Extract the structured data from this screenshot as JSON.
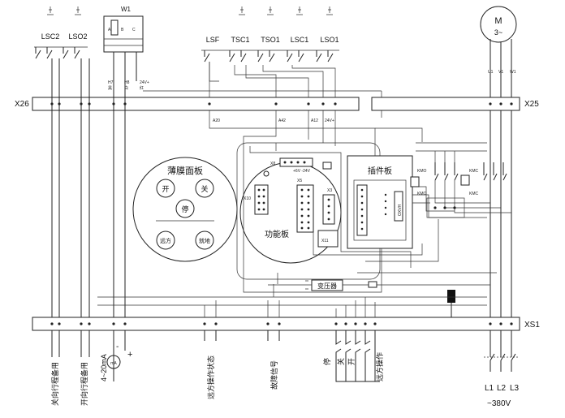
{
  "motor": {
    "label": "M",
    "sub": "3~",
    "phases": [
      "U1",
      "V1",
      "W1"
    ]
  },
  "top_switches": [
    {
      "id": "lsc2_a",
      "label": "LSC2"
    },
    {
      "id": "lso2_a",
      "label": "LSO2"
    },
    {
      "id": "lsf",
      "label": "LSF"
    },
    {
      "id": "tsc1",
      "label": "TSC1"
    },
    {
      "id": "tso1",
      "label": "TSO1"
    },
    {
      "id": "lsc1",
      "label": "LSC1"
    },
    {
      "id": "lso1",
      "label": "LSO1"
    }
  ],
  "w1": {
    "label": "W1",
    "pins": [
      "A",
      "B",
      "C"
    ],
    "out": [
      "H7",
      "H8",
      "24V+"
    ],
    "out2": [
      "黑",
      "白",
      "红"
    ]
  },
  "terminals": {
    "top_left": "X26",
    "top_right": "X25",
    "bottom": "XS1"
  },
  "membrane_panel": {
    "title": "薄膜面板",
    "buttons": [
      "开",
      "关",
      "停",
      "远方",
      "就地"
    ]
  },
  "function_board": {
    "title": "功能板",
    "connectors": [
      "X8",
      "X10",
      "X5",
      "X3",
      "X11"
    ]
  },
  "plugin_board": {
    "title": "插件板",
    "relay": "OXVH"
  },
  "contactors": [
    "KMO",
    "KMC",
    "KMO",
    "KMC"
  ],
  "transformer": {
    "label": "变压器"
  },
  "wire_labels": [
    "A20",
    "A42",
    "A12",
    "24V+"
  ],
  "bottom_labels": [
    "关向行程备用",
    "开向行程备用",
    "4~20mA",
    "远方操作状态",
    "故障信号",
    "停",
    "关",
    "开",
    "远方操作"
  ],
  "meter": {
    "label": "mA",
    "minus": "-",
    "plus": "+"
  },
  "power": {
    "phases": [
      "L1",
      "L2",
      "L3"
    ],
    "voltage": "~380V"
  }
}
